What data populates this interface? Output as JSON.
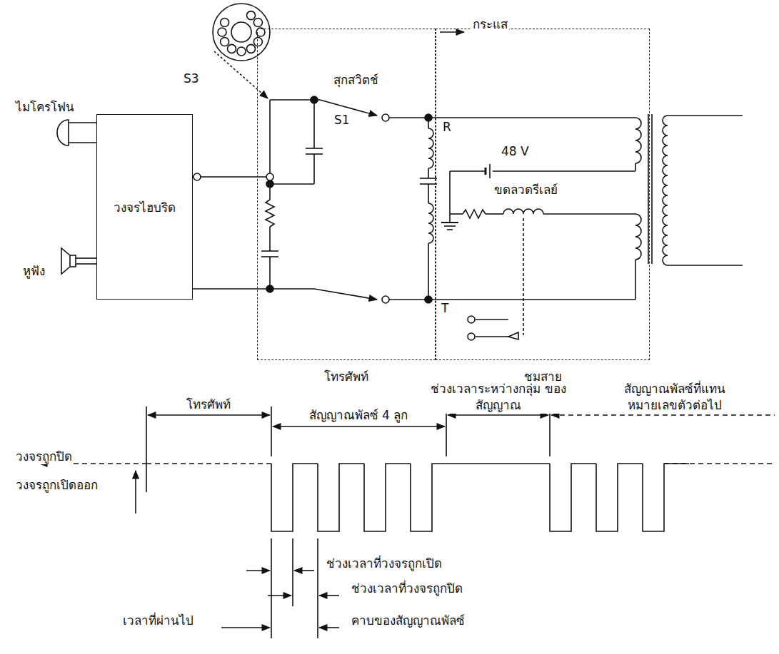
{
  "diagram": {
    "nodes": [
      {
        "text": [
          "โทรศัพท์"
        ]
      },
      {
        "text": [
          "ชุมสาย"
        ]
      },
      {
        "text": [
          "วงจรไฮบริด"
        ]
      }
    ],
    "labels": [
      "S3",
      "ไมโครโฟน",
      "หูฟัง",
      "สุกสวิตช์",
      "S1",
      "กระแส",
      "R",
      "48 V",
      "ขดลวดรีเลย์",
      "T",
      "โทรศัพท์",
      "สัญญาณพัลซ์ 4 ลูก",
      "ช่วงเวลาระหว่างกลุ่ม ของสัญญาณ",
      "สัญญาณพัลซ์ที่แทน หมายเลขตัวต่อไป",
      "วงจรถูกปิด",
      "วงจรถูกเปิดออก",
      "ช่วงเวลาที่วงจรถูกเปิด",
      "ช่วงเวลาที่วงจรถูกปิด",
      "เวลาที่ผ่านไป",
      "คาบของสัญญาณพัลซ์"
    ]
  }
}
